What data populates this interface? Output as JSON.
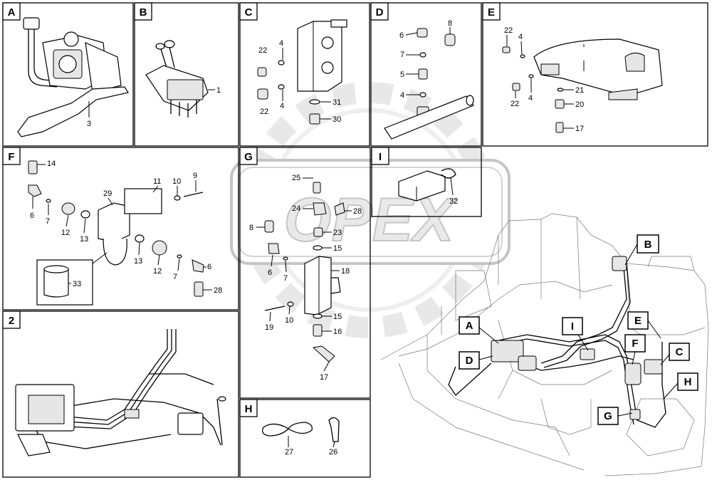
{
  "panels": {
    "A": {
      "tag": "A",
      "parts": [
        "3"
      ]
    },
    "B": {
      "tag": "B",
      "parts": [
        "1"
      ]
    },
    "C": {
      "tag": "C",
      "parts": [
        "22",
        "4",
        "22",
        "4",
        "31",
        "30"
      ]
    },
    "D": {
      "tag": "D",
      "parts": [
        "6",
        "8",
        "7",
        "5",
        "4"
      ]
    },
    "E": {
      "tag": "E",
      "parts": [
        "22",
        "4",
        "22",
        "4",
        "21",
        "20",
        "17"
      ]
    },
    "F": {
      "tag": "F",
      "parts": [
        "14",
        "6",
        "7",
        "12",
        "13",
        "29",
        "11",
        "10",
        "9",
        "13",
        "12",
        "7",
        "6",
        "28",
        "33"
      ]
    },
    "G": {
      "tag": "G",
      "parts": [
        "25",
        "24",
        "28",
        "8",
        "23",
        "15",
        "6",
        "7",
        "18",
        "19",
        "10",
        "15",
        "16",
        "17"
      ]
    },
    "I": {
      "tag": "I",
      "parts": [
        "32"
      ]
    },
    "2": {
      "tag": "2"
    },
    "H": {
      "tag": "H",
      "parts": [
        "27",
        "26"
      ]
    }
  },
  "overview_callouts": [
    "B",
    "A",
    "D",
    "I",
    "E",
    "F",
    "C",
    "H",
    "G"
  ],
  "watermark": "OPEX"
}
